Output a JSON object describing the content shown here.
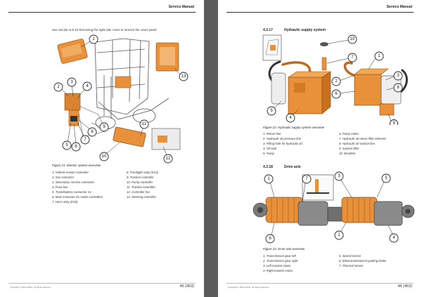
{
  "header": {
    "left": "Service Manual",
    "right": "Service Manual"
  },
  "left_page": {
    "intro": "See Section 5.8.10 Removing the right side cover to remove the cover panel.",
    "callouts": [
      "1",
      "2",
      "3",
      "4",
      "5",
      "6",
      "7",
      "8",
      "9",
      "10",
      "11",
      "12",
      "13"
    ],
    "caption": "Figure 21: Electric system overview",
    "legend_col1": [
      "1.  Vehicle master controller",
      "2.  Key contactor",
      "3.  Secondary service connector",
      "4.  Fuse box",
      "5.  Truck/battery connector X1",
      "6.  Main contactor for motor controllers",
      "7.  Horn relay (K32)"
    ],
    "legend_col2": [
      "8.  Frontlight relay (K10)",
      "9.  Traction controller",
      "10. Pump controller",
      "11. Traction controller",
      "12. Controller fan",
      "13. Steering controller"
    ],
    "footer_copy": "Copyright © 2021 HCFA. All rights reserved.",
    "page_number": "45 (463)"
  },
  "right_page": {
    "section1_number": "4.3.17",
    "section1_title": "Hydraulic supply system",
    "hyd_callouts": [
      "1",
      "2",
      "3",
      "4",
      "5",
      "6",
      "7",
      "8",
      "9",
      "10"
    ],
    "caption1": "Figure 22: Hydraulic supply system overview",
    "legend1_col1": [
      "1.  Return line",
      "2.  Hydraulic oil pressure line",
      "3.  Filling hole for hydraulic oil",
      "4.  Oil tank",
      "5.  Pump"
    ],
    "legend1_col2": [
      "6.  Pump motor",
      "7.  Hydraulic oil return filter-element",
      "8.  Hydraulic oil suction line",
      "9.  Suction filter",
      "10. Breather"
    ],
    "section2_number": "4.3.18",
    "section2_title": "Drive axle",
    "axle_callouts": [
      "1",
      "7",
      "3",
      "5",
      "6",
      "2",
      "4"
    ],
    "caption2": "Figure 23: Drive axle overview",
    "legend2_col1": [
      "1.  Transmission gear left",
      "2.  Transmission gear right",
      "3.  Left traction motor",
      "4.  Right traction motor"
    ],
    "legend2_col2": [
      "5.  Speed sensor",
      "6.  Electromechanical parking brake",
      "7.  Thermal sensor"
    ],
    "footer_copy": "Copyright © 2021 HCFA. All rights reserved.",
    "page_number": "46 (463)"
  },
  "colors": {
    "orange": "#e8913a",
    "dark_orange": "#b86418",
    "gray": "#9a9a9a",
    "background": "#5b5b5b"
  }
}
